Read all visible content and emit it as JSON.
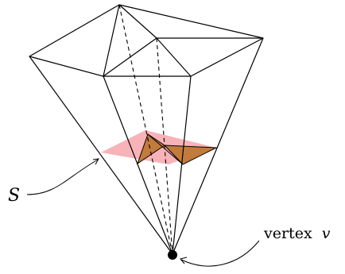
{
  "labels": {
    "surface_name": "S",
    "vertex_word": "vertex",
    "vertex_symbol": "v"
  },
  "colors": {
    "outline": "#000000",
    "section_fill": "#f7b3b8",
    "triangle_fill": "#c37b3b",
    "vertex_dot": "#000000"
  }
}
